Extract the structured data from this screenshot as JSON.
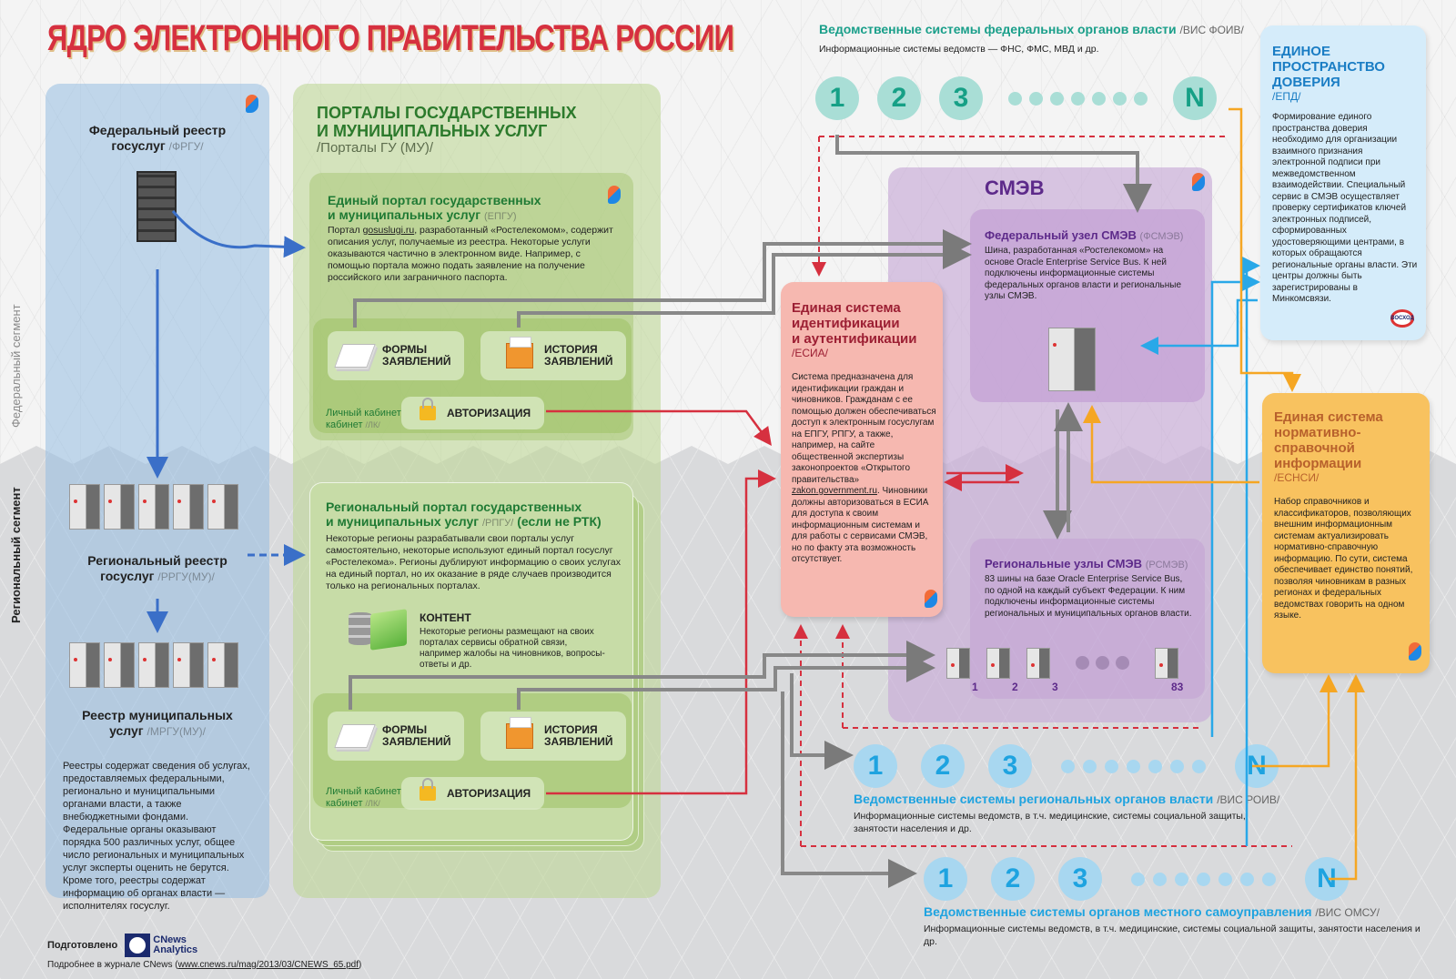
{
  "title": "ЯДРО ЭЛЕКТРОННОГО ПРАВИТЕЛЬСТВА РОССИИ",
  "segments": {
    "federal": "Федеральный сегмент",
    "regional": "Региональный сегмент"
  },
  "registries": {
    "federal": {
      "title": "Федеральный реестр госуслуг",
      "title_line1": "Федеральный реестр",
      "title_line2": "госуслуг",
      "abbr": "/ФРГУ/"
    },
    "regional": {
      "title_line1": "Региональный реестр",
      "title_line2": "госуслуг",
      "abbr": "/РРГУ(МУ)/"
    },
    "municipal": {
      "title_line1": "Реестр муниципальных",
      "title_line2": "услуг",
      "abbr": "/МРГУ(МУ)/"
    },
    "note": "Реестры содержат сведения об услугах, предоставляемых федеральными, регионально и муниципальными органами власти, а также внебюджетными фондами. Федеральные органы оказывают порядка 500 различных услуг, общее число региональных и муниципальных услуг эксперты оценить не берутся. Кроме того, реестры содержат информацию об органах власти — исполнителях госуслуг."
  },
  "portals": {
    "title_line1": "ПОРТАЛЫ ГОСУДАРСТВЕННЫХ",
    "title_line2": "И МУНИЦИПАЛЬНЫХ УСЛУГ",
    "abbr": "/Порталы ГУ (МУ)/",
    "epgu": {
      "title_line1": "Единый портал государственных",
      "title_line2": "и муниципальных услуг",
      "abbr": "(ЕПГУ)",
      "text_prefix": "Портал ",
      "link": "gosuslugi.ru",
      "text": ", разработанный «Ростелекомом», содержит описания услуг, получаемые из реестра. Некоторые услуги оказываются частично в электронном виде. Например, с помощью портала можно подать заявление на получение российского или заграничного паспорта.",
      "forms": "ФОРМЫ ЗАЯВЛЕНИЙ",
      "history": "ИСТОРИЯ ЗАЯВЛЕНИЙ",
      "auth": "АВТОРИЗАЦИЯ",
      "lk_label": "Личный кабинет",
      "lk_abbr": "/ЛК/"
    },
    "rpgu": {
      "title_line1": "Региональный портал государственных",
      "title_line2": "и муниципальных услуг",
      "abbr": "/РПГУ/",
      "title_suffix": "(если не РТК)",
      "text": "Некоторые регионы разрабатывали свои порталы услуг самостоятельно, некоторые используют единый портал госуслуг «Ростелекома». Регионы дублируют информацию о своих услугах на единый портал, но их оказание в ряде случаев производится только на региональных порталах.",
      "content_title": "КОНТЕНТ",
      "content_text": "Некоторые регионы размещают на своих порталах сервисы обратной связи, например жалобы на чиновников, вопросы-ответы и др.",
      "forms": "ФОРМЫ ЗАЯВЛЕНИЙ",
      "history": "ИСТОРИЯ ЗАЯВЛЕНИЙ",
      "auth": "АВТОРИЗАЦИЯ",
      "lk_label": "Личный кабинет",
      "lk_abbr": "/ЛК/"
    }
  },
  "esia": {
    "title_line1": "Единая система",
    "title_line2": "идентификации",
    "title_line3": "и аутентификации",
    "abbr": "/ЕСИА/",
    "text_before": "Система предназначена для идентификации граждан и чиновников. Гражданам с ее помощью должен обеспечиваться доступ к электронным госуслугам на ЕПГУ, РПГУ, а также, например, на сайте общественной экспертизы законопроектов «Открытого правительства» ",
    "link": "zakon.government.ru",
    "text_after": ". Чиновники должны авторизоваться в ЕСИА для доступа к своим информационным системам и для работы с сервисами СМЭВ, но по факту эта возможность отсутствует."
  },
  "smev": {
    "title": "СМЭВ",
    "federal": {
      "title": "Федеральный узел СМЭВ",
      "abbr": "(ФСМЭВ)",
      "text": "Шина, разработанная «Ростелекомом» на основе Oracle Enterprise Service Bus. К ней подключены информационные системы федеральных органов власти и региональные узлы СМЭВ."
    },
    "regional": {
      "title": "Региональные узлы СМЭВ",
      "abbr": "(РСМЭВ)",
      "text": "83 шины на базе Oracle Enterprise Service Bus, по одной на каждый субъект Федерации. К ним подключены информационные системы региональных и муниципальных органов власти.",
      "nodes": [
        "1",
        "2",
        "3",
        "83"
      ]
    }
  },
  "epd": {
    "title_line1": "ЕДИНОЕ",
    "title_line2": "ПРОСТРАНСТВО",
    "title_line3": "ДОВЕРИЯ",
    "abbr": "/ЕПД/",
    "text": "Формирование единого пространства доверия необходимо для организации взаимного признания электронной подписи при межведомственном взаимодействии. Специальный сервис в СМЭВ осуществляет проверку сертификатов ключей электронных подписей, сформированных удостоверяющими центрами, в которых обращаются региональные органы власти. Эти центры должны быть зарегистрированы в Минкомсвязи.",
    "logo": "ВОСХОД"
  },
  "esnsi": {
    "title_line1": "Единая система",
    "title_line2": "нормативно-",
    "title_line3": "справочной",
    "title_line4": "информации",
    "abbr": "/ЕСНСИ/",
    "text": "Набор справочников и классификаторов, позволяющих внешним информационным системам актуализировать нормативно-справочную информацию. По сути, система обеспечивает единство понятий, позволяя чиновникам в разных регионах и федеральных ведомствах говорить на одном языке."
  },
  "vis": {
    "foiv": {
      "title": "Ведомственные системы федеральных органов власти",
      "abbr": "/ВИС ФОИВ/",
      "desc": "Информационные системы ведомств — ФНС, ФМС, МВД и др.",
      "nodes": [
        "1",
        "2",
        "3",
        "N"
      ]
    },
    "roiv": {
      "title": "Ведомственные системы региональных органов власти",
      "abbr": "/ВИС РОИВ/",
      "desc": "Информационные системы ведомств, в т.ч. медицинские, системы социальной защиты, занятости населения и др.",
      "nodes": [
        "1",
        "2",
        "3",
        "N"
      ]
    },
    "omsu": {
      "title": "Ведомственные системы органов местного самоуправления",
      "abbr": "/ВИС ОМСУ/",
      "desc": "Информационные системы ведомств, в т.ч. медицинские, системы социальной защиты, занятости населения и др.",
      "nodes": [
        "1",
        "2",
        "3",
        "N"
      ]
    }
  },
  "footer": {
    "prepared": "Подготовлено",
    "brand_line1": "CNews",
    "brand_line2": "Analytics",
    "more_prefix": "Подробнее в журнале CNews (",
    "more_link": "www.cnews.ru/mag/2013/03/CNEWS_65.pdf",
    "more_suffix": ")"
  },
  "colors": {
    "title_red": "#d6303f",
    "portal_green": "#1f7a34",
    "smev_purple": "#5d2a8a",
    "esia_red": "#9c1f33",
    "epd_blue": "#1a7dc4",
    "esnsi_orange": "#b8612c",
    "vis_teal": "#1a9f8a",
    "vis_blue": "#1ea3e0"
  }
}
